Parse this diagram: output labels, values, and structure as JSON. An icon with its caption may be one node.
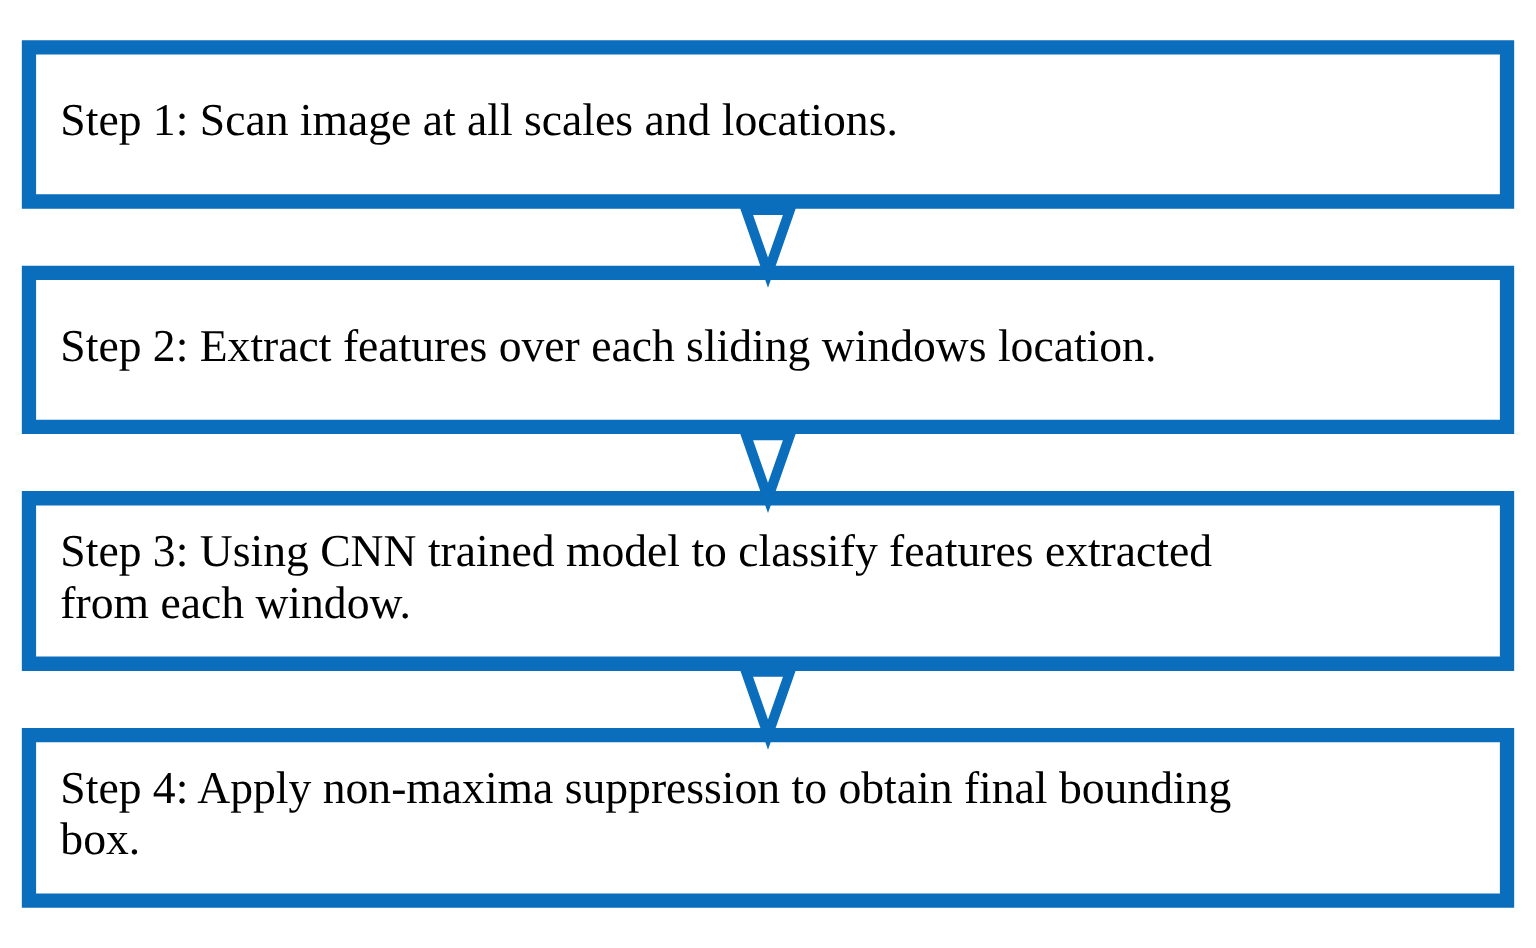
{
  "diagram": {
    "nodes": [
      {
        "text": [
          "Step 1: Scan image at all scales and locations."
        ]
      },
      {
        "text": [
          "Step 2: Extract features over each sliding windows location."
        ]
      },
      {
        "text": [
          "Step 3: Using CNN trained model to classify features extracted from each window."
        ]
      },
      {
        "text": [
          "Step 4: Apply non-maxima suppression to obtain final bounding box."
        ]
      }
    ],
    "edges": [
      {
        "from": 0,
        "to": 1,
        "arrow": "to"
      },
      {
        "from": 1,
        "to": 2,
        "arrow": "to"
      },
      {
        "from": 2,
        "to": 3,
        "arrow": "to"
      }
    ]
  }
}
